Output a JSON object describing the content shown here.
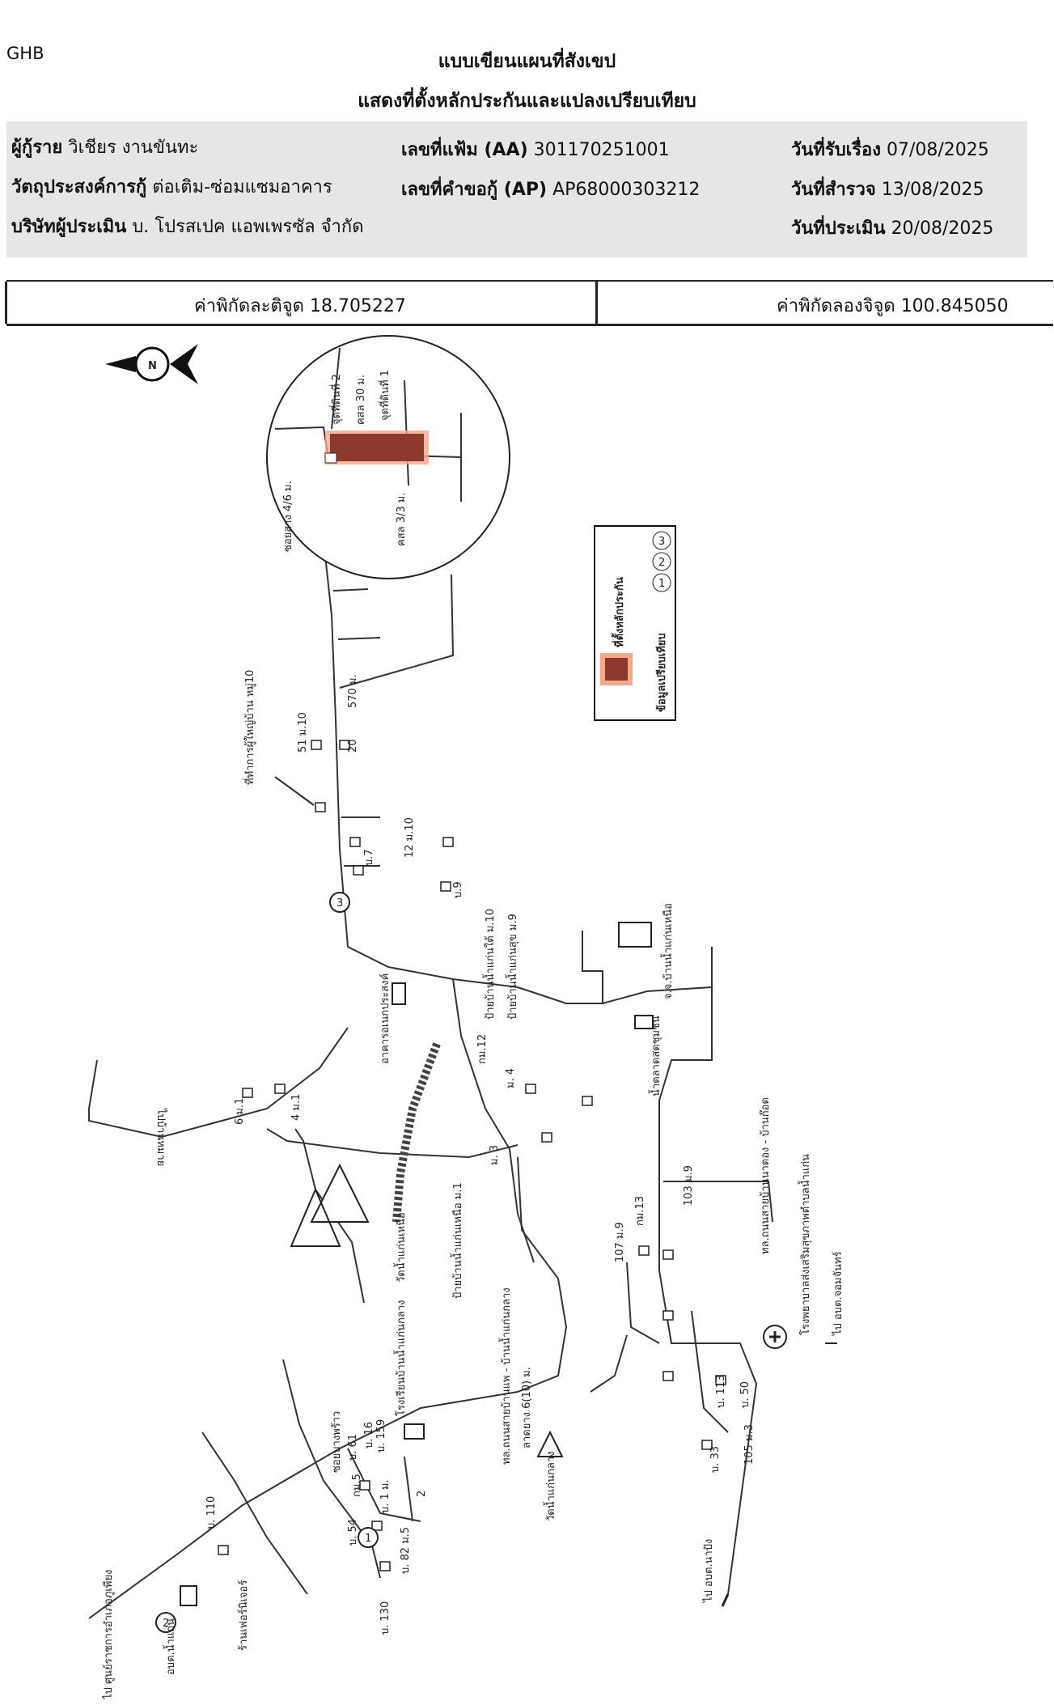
{
  "header": {
    "logo": "GHB",
    "title_line1": "แบบเขียนแผนที่สังเขป",
    "title_line2": "แสดงที่ตั้งหลักประกันและแปลงเปรียบเทียบ"
  },
  "info": {
    "borrower_label": "ผู้กู้ราย",
    "borrower_value": "วิเชียร งานขันทะ",
    "purpose_label": "วัตถุประสงค์การกู้",
    "purpose_value": "ต่อเติม-ซ่อมแซมอาคาร",
    "company_label": "บริษัทผู้ประเมิน",
    "company_value": "บ. โปรสเปค แอพเพรซัล จำกัด",
    "file_label": "เลขที่แฟ้ม (AA)",
    "file_value": "301170251001",
    "request_label": "เลขที่คำขอกู้ (AP)",
    "request_value": "AP68000303212",
    "received_label": "วันที่รับเรื่อง",
    "received_value": "07/08/2025",
    "survey_label": "วันที่สำรวจ",
    "survey_value": "13/08/2025",
    "appraisal_label": "วันที่ประเมิน",
    "appraisal_value": "20/08/2025"
  },
  "coordinates": {
    "lat_label": "ค่าพิกัดละติจูด",
    "lat_value": "18.705227",
    "lon_label": "ค่าพิกัดลองจิจูด",
    "lon_value": "100.845050"
  },
  "colors": {
    "collateral": "#8c3a2c",
    "highlight": "#f3a98a",
    "shade": "#e6e6e6"
  },
  "map": {
    "compass": "N",
    "legend_collateral": "ที่ตั้งหลักประกัน",
    "legend_comparison": "ข้อมูลเปรียบเทียบ",
    "legend_nums": [
      "1",
      "2",
      "3"
    ],
    "inset": {
      "road_s1": "ซอยสาง 4/6 ม.",
      "pt2": "จุดที่ดินที่ 2",
      "pt1": "จุดที่ดินที่ 1",
      "road_30m": "คสล 30 ม.",
      "road_33m": "คสล 3/3 ม."
    },
    "labels": {
      "headman": "ที่ทำการผู้ใหญ่บ้าน หมู่10",
      "dist570": "570 ม.",
      "h20": "20",
      "h51": "51 ม.10",
      "h12": "12 ม.10",
      "h17": "บ.7",
      "h9": "บ.9",
      "num3": "3",
      "sign_a": "ป้ายบ้านน้ำแก่นใต้ ม.10",
      "sign_b": "ป้ายบ้านน้ำแก่นสุข ม.9",
      "temple_n": "จ.จ.บ้านน้ำแก่นเหนือ",
      "multi": "อาคารอเนกประสงค์",
      "market": "น้ำตลาดสดชุมชน",
      "km12": "กม.12",
      "ban4": "ม. 4",
      "ban3": "ม. 3",
      "to_left": "ไปบ้านหมาย",
      "h6": "6 ม.1",
      "h4": "4 ม.1",
      "wat_n": "วัดน้ำแก่นเหนือ",
      "sign_c": "ป้ายบ้านน้ำแก่นเหนือ ม.1",
      "road_main": "ทล.ถนนสายบ้านแพ - บ้านน้ำแก่นกลาง",
      "road_main2": "ลาดยาง 6(10) ม.",
      "km13": "กม.13",
      "h107": "107 ม.9",
      "h103": "103 ม.9",
      "road_r": "ทล.ถนนสายบ้านนาตอง - บ้านก๊อด",
      "hosp": "โรงพยาบาลส่งเสริมสุขภาพตำบลน้ำแก่น",
      "to_hosp": "ไป อบต.จอมจันทร์",
      "h113": "บ. 113",
      "h150": "บ. 50",
      "h33": "บ. 33",
      "h105": "105 ม.3",
      "to_bottom": "ไป อบต.นาปัง",
      "school": "โรงเรียนบ้านน้ำแก่นกลาง",
      "wat_c": "วัดน้ำแก่นกลาง",
      "h110": "บ. 110",
      "to_phu": "ไป ศูนย์ราชการอำเภอภูเพียง",
      "tambon": "อบต.น้ำแก่น",
      "h61": "บ. 61",
      "h16": "บ. 16",
      "h159": "บ. 159",
      "h1m1": "บ. 1 ม.",
      "h54": "บ. 54",
      "h182": "บ. 82 ม.5",
      "h130": "บ. 130",
      "km5": "กม.5",
      "shop": "ร้านเฟอร์นิเจอร์",
      "soi": "ซอยบางพร้าว",
      "num1": "1",
      "num2": "2",
      "h_road2": "2"
    }
  }
}
